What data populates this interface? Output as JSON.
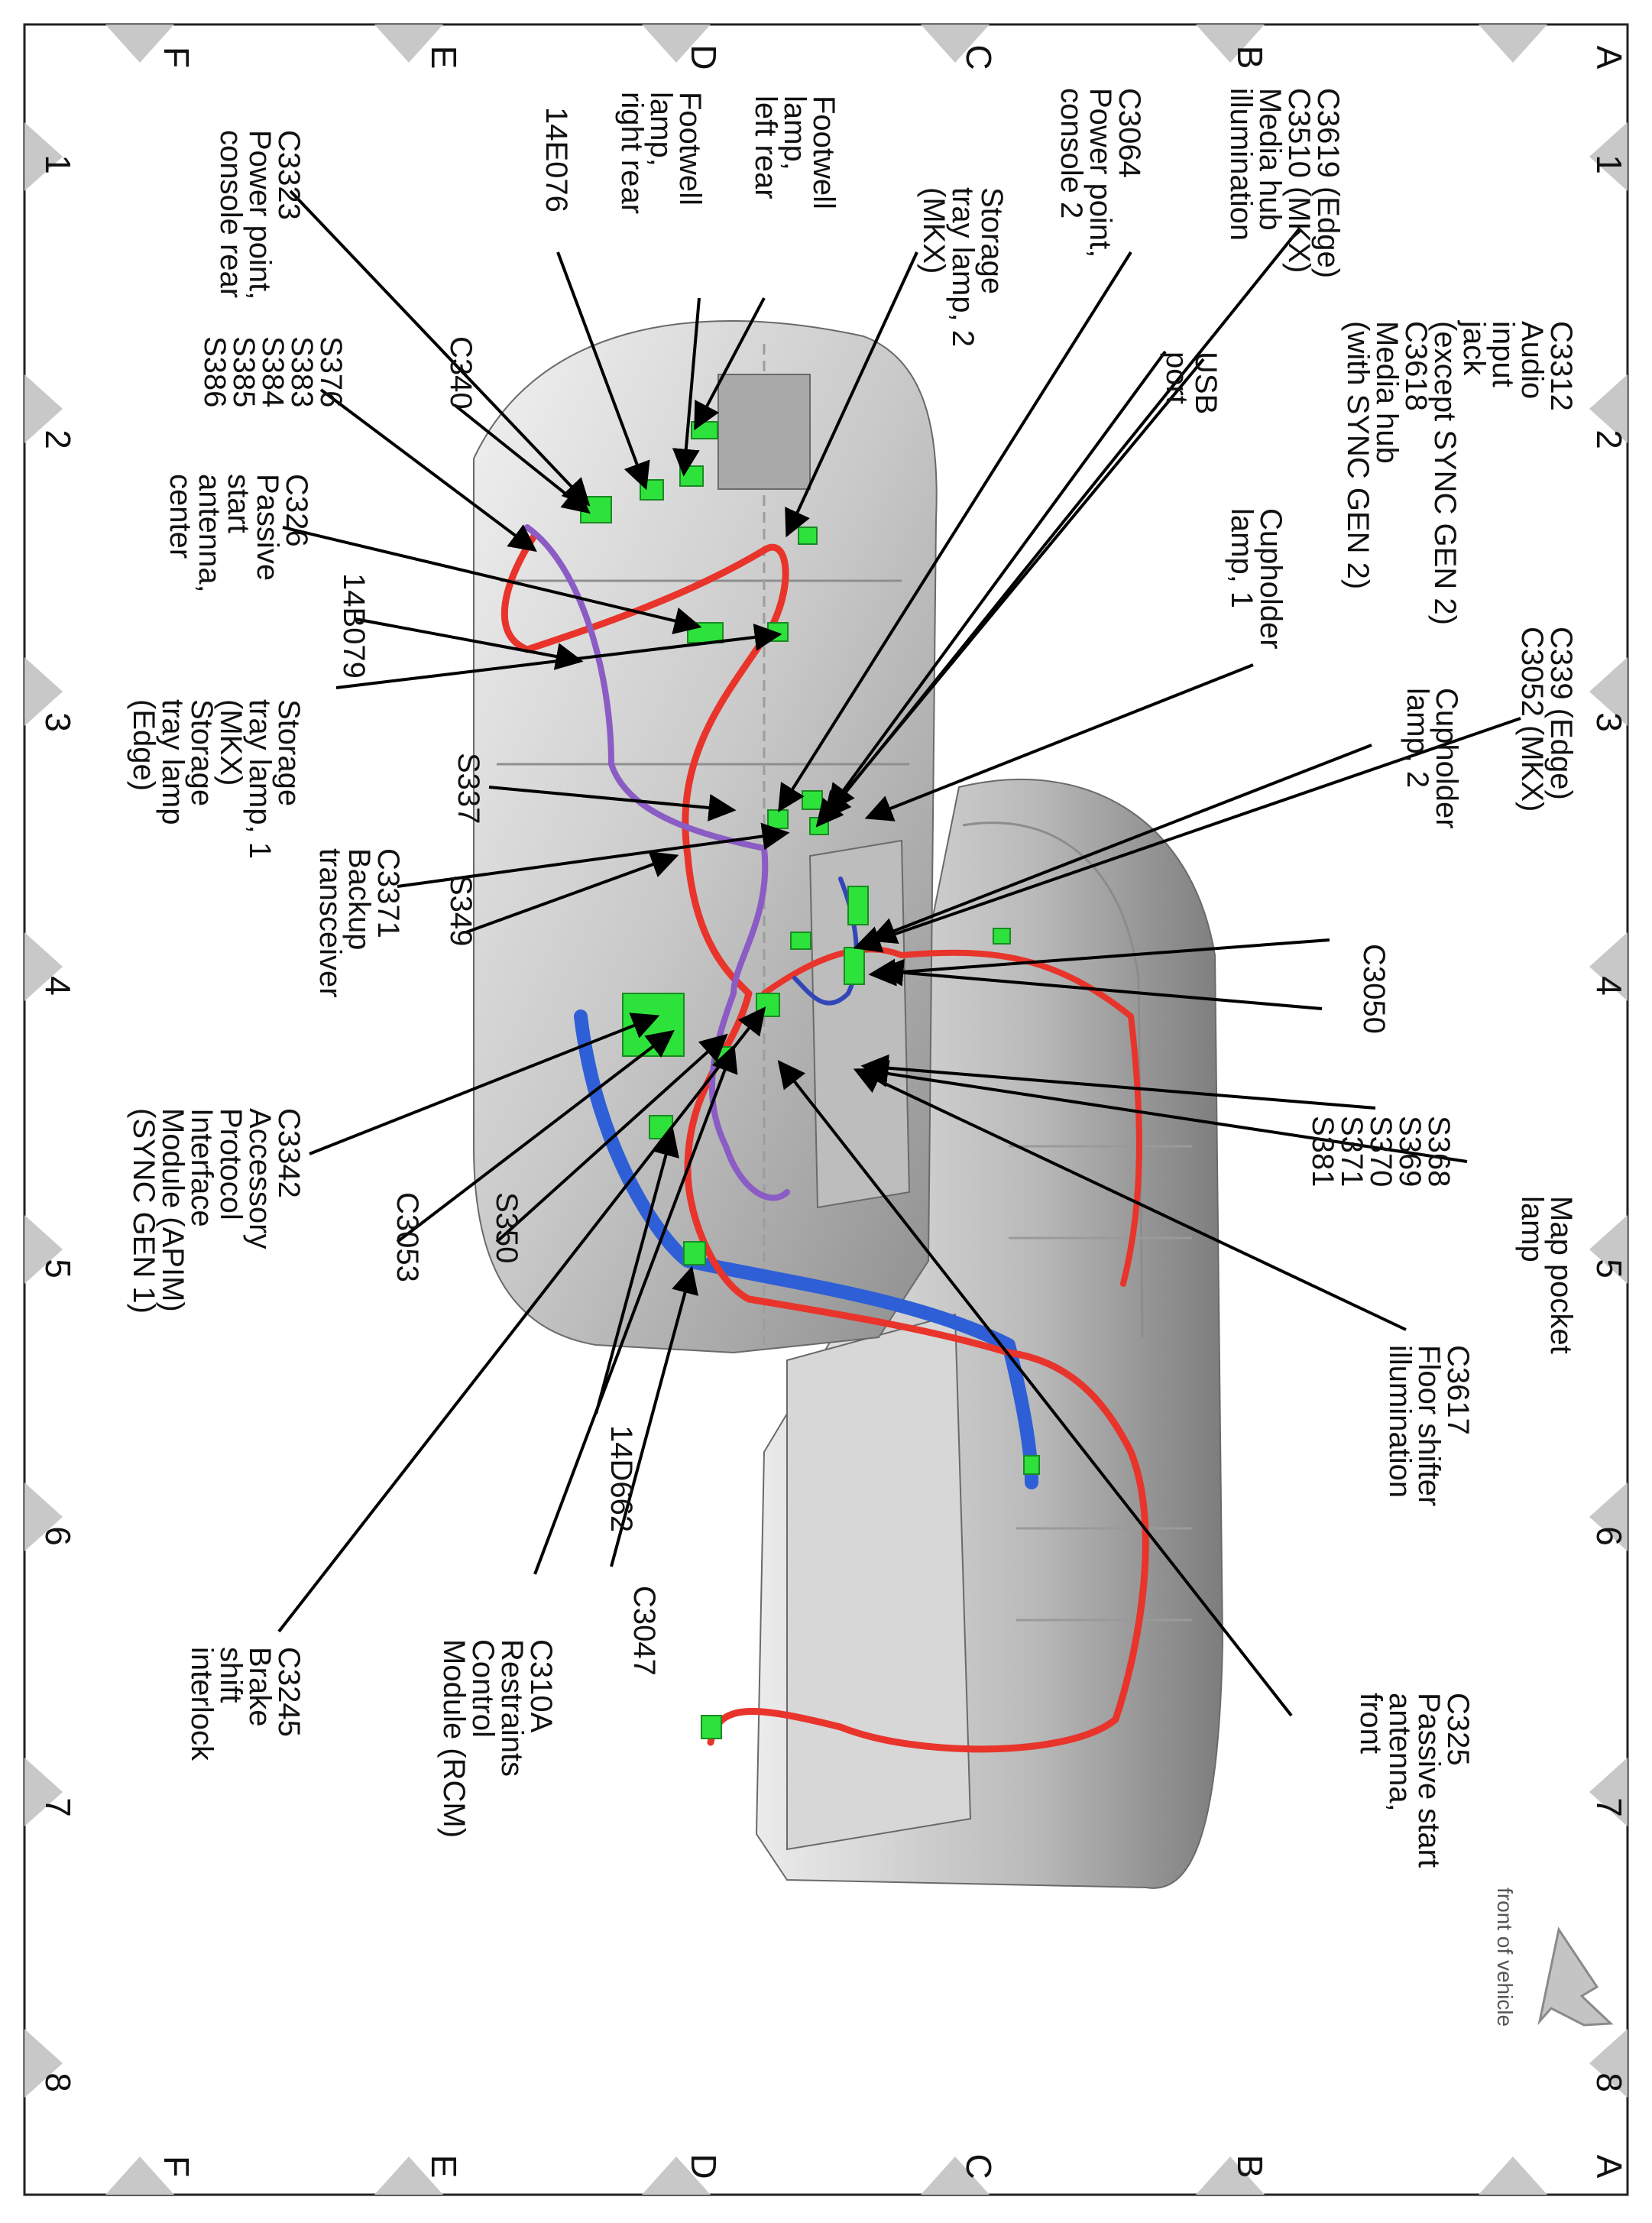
{
  "grid": {
    "columns": [
      "1",
      "2",
      "3",
      "4",
      "5",
      "6",
      "7",
      "8"
    ],
    "rows": [
      "A",
      "B",
      "C",
      "D",
      "E",
      "F"
    ]
  },
  "orientation": {
    "label": "front of vehicle"
  },
  "callouts": [
    {
      "id": "c3312",
      "lines": [
        "C3312",
        "Audio",
        "input",
        "jack",
        "(except SYNC GEN 2)",
        "C3618",
        "Media hub",
        "(with SYNC GEN 2)"
      ]
    },
    {
      "id": "c3619",
      "lines": [
        "C3619 (Edge)",
        "C3510 (MKX)",
        "Media hub",
        "illumination"
      ]
    },
    {
      "id": "c3064",
      "lines": [
        "C3064",
        "Power point,",
        "console 2"
      ]
    },
    {
      "id": "storage-lamp-2",
      "lines": [
        "Storage",
        "tray lamp, 2",
        "(MKX)"
      ]
    },
    {
      "id": "footwell-left",
      "lines": [
        "Footwell",
        "lamp,",
        "left rear"
      ]
    },
    {
      "id": "footwell-right",
      "lines": [
        "Footwell",
        "lamp,",
        "right rear"
      ]
    },
    {
      "id": "14e076",
      "lines": [
        "14E076"
      ]
    },
    {
      "id": "c3323",
      "lines": [
        "C3323",
        "Power point,",
        "console rear"
      ]
    },
    {
      "id": "usb-port",
      "lines": [
        "USB",
        "port"
      ]
    },
    {
      "id": "c340",
      "lines": [
        "C340"
      ]
    },
    {
      "id": "splices-376",
      "lines": [
        "S376",
        "S383",
        "S384",
        "S385",
        "S386"
      ]
    },
    {
      "id": "c326",
      "lines": [
        "C326",
        "Passive",
        "start",
        "antenna,",
        "center"
      ]
    },
    {
      "id": "cupholder-1",
      "lines": [
        "Cupholder",
        "lamp, 1"
      ]
    },
    {
      "id": "c339",
      "lines": [
        "C339 (Edge)",
        "C3052 (MKX)"
      ]
    },
    {
      "id": "cupholder-2",
      "lines": [
        "Cupholder",
        "lamp, 2"
      ]
    },
    {
      "id": "14b079",
      "lines": [
        "14B079"
      ]
    },
    {
      "id": "storage-lamp-1",
      "lines": [
        "Storage",
        "tray lamp, 1",
        "(MKX)",
        "Storage",
        "tray lamp",
        "(Edge)"
      ]
    },
    {
      "id": "s337",
      "lines": [
        "S337"
      ]
    },
    {
      "id": "c3371",
      "lines": [
        "C3371",
        "Backup",
        "transceiver"
      ]
    },
    {
      "id": "s349",
      "lines": [
        "S349"
      ]
    },
    {
      "id": "c3050",
      "lines": [
        "C3050"
      ]
    },
    {
      "id": "splices-368",
      "lines": [
        "S368",
        "S369",
        "S370",
        "S371",
        "S381"
      ]
    },
    {
      "id": "map-pocket",
      "lines": [
        "Map pocket",
        "lamp"
      ]
    },
    {
      "id": "c3342",
      "lines": [
        "C3342",
        "Accessory",
        "Protocol",
        "Interface",
        "Module (APIM)",
        "(SYNC GEN 1)"
      ]
    },
    {
      "id": "c3053",
      "lines": [
        "C3053"
      ]
    },
    {
      "id": "s350",
      "lines": [
        "S350"
      ]
    },
    {
      "id": "c3617",
      "lines": [
        "C3617",
        "Floor shifter",
        "illumination"
      ]
    },
    {
      "id": "14d662",
      "lines": [
        "14D662"
      ]
    },
    {
      "id": "c3047",
      "lines": [
        "C3047"
      ]
    },
    {
      "id": "c310a",
      "lines": [
        "C310A",
        "Restraints",
        "Control",
        "Module (RCM)"
      ]
    },
    {
      "id": "c3245",
      "lines": [
        "C3245",
        "Brake",
        "shift",
        "interlock"
      ]
    },
    {
      "id": "c325",
      "lines": [
        "C325",
        "Passive start",
        "antenna,",
        "front"
      ]
    }
  ],
  "colors": {
    "wire_power": "#e8342b",
    "wire_signal": "#8a5cc4",
    "wire_main": "#2f5fd6",
    "connector": "#2ee23c",
    "body": "#c9c9c9"
  }
}
